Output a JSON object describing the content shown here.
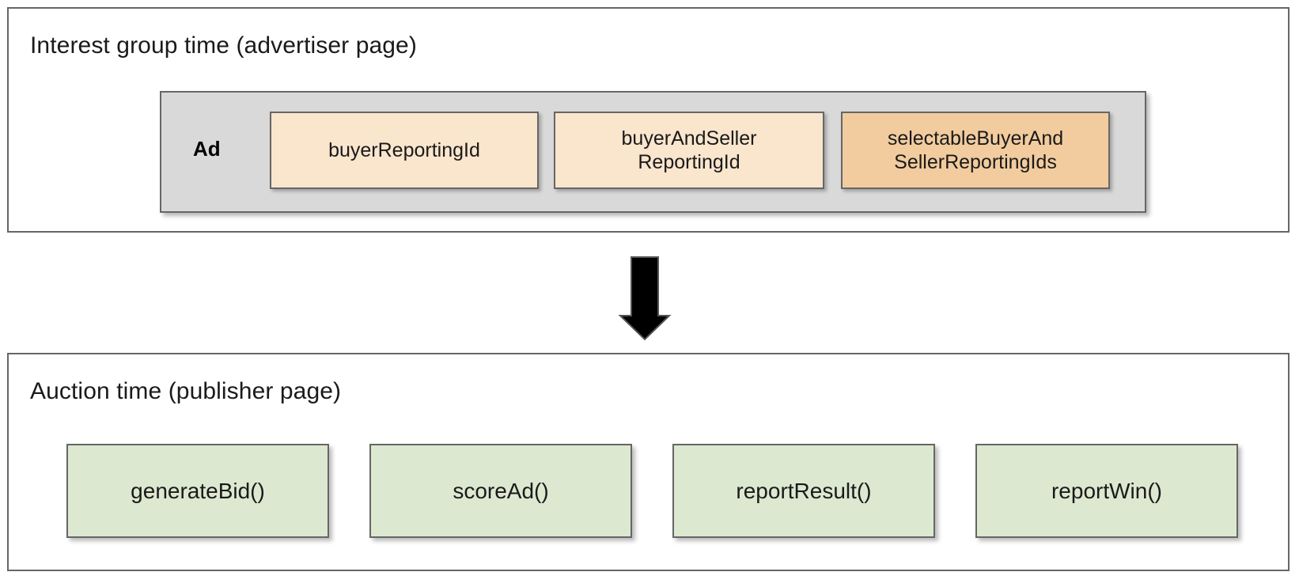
{
  "diagram": {
    "title_semantics": "protected-audience-reporting-ids-flow",
    "colors": {
      "panel_border": "#666666",
      "ad_group_fill": "#d9d9d9",
      "reporting_id_light": "#fae5cd",
      "reporting_id_highlight": "#f2cc9e",
      "function_fill": "#dce8d0",
      "arrow": "#000000",
      "text": "#1a1a1a"
    },
    "advertiser_panel": {
      "title": "Interest group time (advertiser page)",
      "ad_group": {
        "label": "Ad",
        "boxes": [
          {
            "label": "buyerReportingId",
            "tone": "light"
          },
          {
            "label": "buyerAndSeller\nReportingId",
            "line1": "buyerAndSeller",
            "line2": "ReportingId",
            "tone": "light"
          },
          {
            "label": "selectableBuyerAnd\nSellerReportingIds",
            "line1": "selectableBuyerAnd",
            "line2": "SellerReportingIds",
            "tone": "highlight"
          }
        ]
      }
    },
    "connector": {
      "icon": "down-arrow-icon",
      "direction": "down"
    },
    "publisher_panel": {
      "title": "Auction time (publisher page)",
      "functions": [
        {
          "label": "generateBid()"
        },
        {
          "label": "scoreAd()"
        },
        {
          "label": "reportResult()"
        },
        {
          "label": "reportWin()"
        }
      ]
    }
  }
}
